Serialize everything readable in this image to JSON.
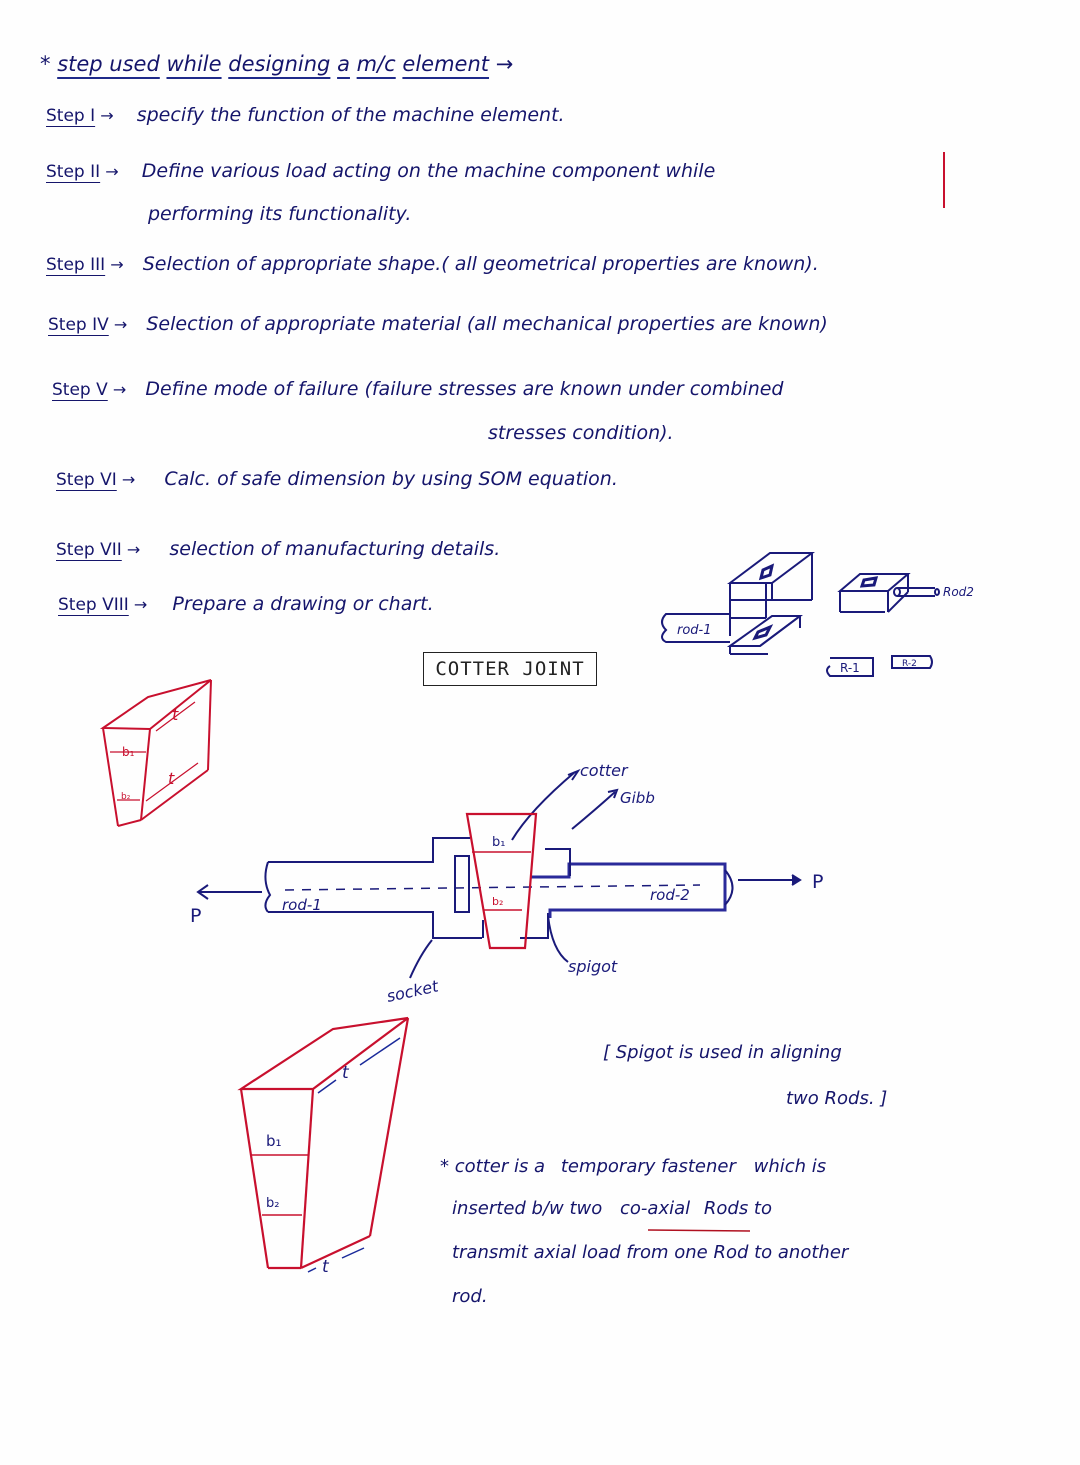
{
  "document": {
    "heading": {
      "star": "*",
      "parts": [
        "step used",
        "while",
        "designing",
        "a",
        "m/c",
        "element",
        "→"
      ],
      "full": "* step used while designing a m/c element →"
    },
    "steps": [
      {
        "label": "Step I",
        "arrow": "→",
        "text": "specify the function of the machine element."
      },
      {
        "label": "Step II",
        "arrow": "→",
        "text": "Define various load acting on the machine component while",
        "continuation": "performing its functionality."
      },
      {
        "label": "Step III",
        "arrow": "→",
        "text": "Selection of appropriate shape.( all geometrical properties are known)."
      },
      {
        "label": "Step IV",
        "arrow": "→",
        "text": "Selection of appropriate material (all mechanical properties are known)"
      },
      {
        "label": "Step V",
        "arrow": "→",
        "text": "Define mode of failure (failure stresses are known under combined",
        "continuation": "stresses condition)."
      },
      {
        "label": "Step VI",
        "arrow": "→",
        "text": "Calc. of safe dimension by using SOM equation."
      },
      {
        "label": "Step VII",
        "arrow": "→",
        "text": "selection of manufacturing details."
      },
      {
        "label": "Step VIII",
        "arrow": "→",
        "text": "Prepare a drawing or chart."
      }
    ],
    "section_title": "COTTER JOINT",
    "sketch_top_right": {
      "labels": {
        "rod1": "rod-1",
        "rod2": "Rod2",
        "r1": "R-1",
        "r2": "R-2"
      }
    },
    "cotter_small": {
      "b1": "b₁",
      "b2": "b₂",
      "t_top": "t",
      "t_bottom": "t"
    },
    "joint_diagram": {
      "labels": {
        "cotter": "cotter",
        "gibb": "Gibb",
        "b1": "b₁",
        "b2": "b₂",
        "rod1": "rod-1",
        "rod2": "rod-2",
        "socket": "socket",
        "spigot": "spigot",
        "load_left": "P",
        "load_right": "P"
      }
    },
    "cotter_large": {
      "b1": "b₁",
      "b2": "b₂",
      "t_top": "t",
      "t_bottom": "t"
    },
    "notes": {
      "spigot_line1": "[ Spigot is used in aligning",
      "spigot_line2": "two Rods. ]",
      "cotter_def_line1_a": "* cotter is a",
      "cotter_def_line1_b": "temporary fastener",
      "cotter_def_line1_c": "which is",
      "cotter_def_line2_a": "inserted b/w two",
      "cotter_def_line2_b": "co-axial",
      "cotter_def_line2_c": "Rods to",
      "cotter_def_line3": "transmit axial load from one Rod to another",
      "cotter_def_line4": "rod."
    },
    "colors": {
      "ink_blue": "#15156b",
      "ink_red": "#c8102e",
      "paper": "#fefefe"
    }
  }
}
